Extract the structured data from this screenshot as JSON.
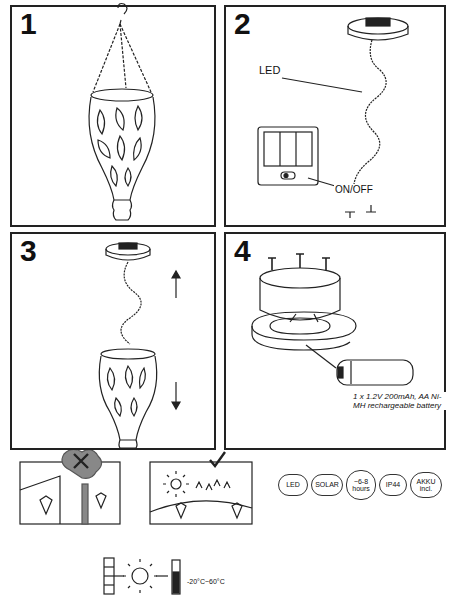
{
  "diagram": {
    "nodes": [
      {
        "text": [
          "1"
        ]
      },
      {
        "text": [
          "2"
        ]
      },
      {
        "text": [
          "3"
        ]
      },
      {
        "text": [
          "4"
        ]
      },
      {
        "text": [
          "LED"
        ]
      },
      {
        "text": [
          "SOLAR"
        ]
      },
      {
        "text": [
          "~6-8 hours"
        ]
      },
      {
        "text": [
          "IP44"
        ]
      },
      {
        "text": [
          "AKKU incl."
        ]
      }
    ],
    "labels": [
      "LED",
      "ON/OFF",
      "1 x 1.2V 200mAh, AA Ni-MH rechargeable battery",
      "-20°C~60°C"
    ]
  }
}
